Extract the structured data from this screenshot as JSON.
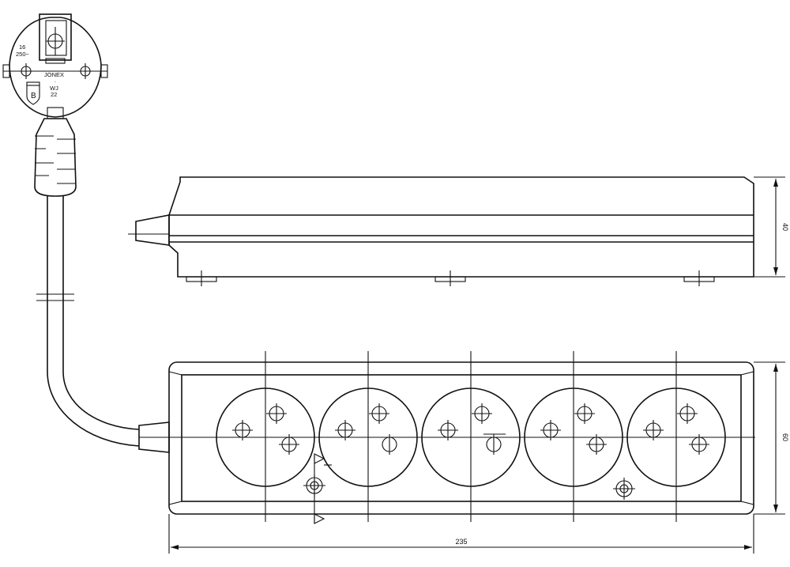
{
  "dimensions": {
    "width_label": "235",
    "height_label": "60",
    "depth_label": "40"
  },
  "plug": {
    "rating_current": "16",
    "rating_voltage": "250~",
    "brand": "JONEX",
    "dot": ".",
    "cert_mark": "B",
    "model_code_1": "WJ",
    "model_code_2": "22"
  },
  "sockets": [
    {
      "id": 1
    },
    {
      "id": 2
    },
    {
      "id": 3
    },
    {
      "id": 4
    },
    {
      "id": 5
    }
  ]
}
